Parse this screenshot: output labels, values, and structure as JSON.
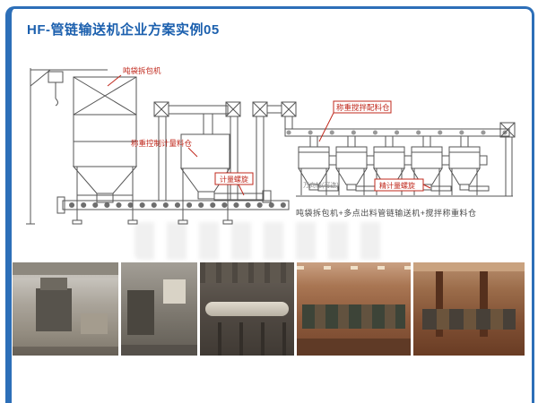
{
  "page": {
    "title": "HF-管链输送机企业方案实例05"
  },
  "colors": {
    "accent_blue": "#2d6fb8",
    "label_red": "#c0281c",
    "line_gray": "#555555"
  },
  "diagram": {
    "labels": {
      "bag_unloader": "吨袋拆包机",
      "weighing_hopper": "称重控制计量料仓",
      "mixing_bins": "称重搅拌配料仓",
      "metering_screw": "计量螺旋",
      "casters": "万向轮(可选)",
      "fine_metering_screw": "精计量螺旋"
    },
    "caption": "吨袋拆包机+多点出料管链输送机+搅拌称重料仓"
  },
  "photos": [
    {
      "name": "bag-unloader-workshop-photo"
    },
    {
      "name": "factory-equipment-photo"
    },
    {
      "name": "conveyor-tank-installation-photo"
    },
    {
      "name": "production-hall-photo"
    },
    {
      "name": "batching-plant-photo"
    }
  ]
}
